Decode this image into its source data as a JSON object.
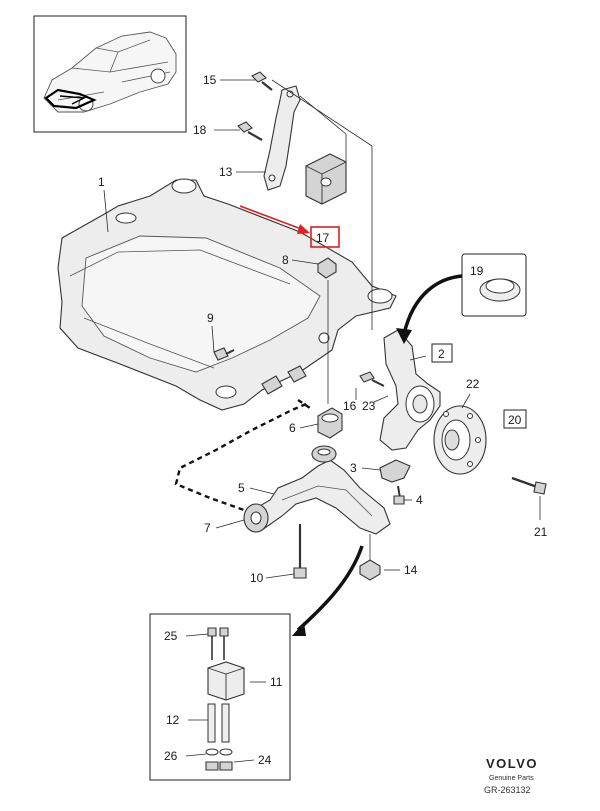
{
  "part_labels": {
    "p1": "1",
    "p2": "2",
    "p3": "3",
    "p4": "4",
    "p5": "5",
    "p6": "6",
    "p7": "7",
    "p8": "8",
    "p9": "9",
    "p10": "10",
    "p11": "11",
    "p12": "12",
    "p13": "13",
    "p14": "14",
    "p15": "15",
    "p16": "16",
    "p17": "17",
    "p18": "18",
    "p19": "19",
    "p20": "20",
    "p21": "21",
    "p22": "22",
    "p23": "23",
    "p24": "24",
    "p25": "25",
    "p26": "26"
  },
  "highlight_color": "#e02020",
  "footer": {
    "brand": "VOLVO",
    "subtitle": "Genuine Parts",
    "code": "GR-263132"
  }
}
